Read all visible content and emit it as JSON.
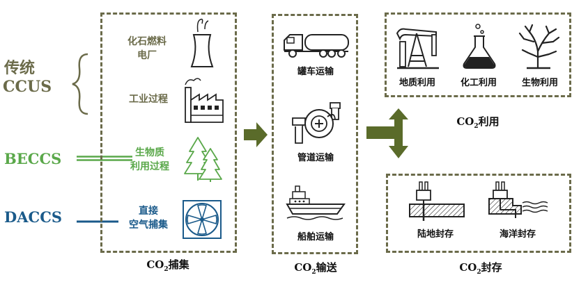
{
  "left": {
    "ccus_cn": "传统",
    "ccus_en": "CCUS",
    "beccs": "BECCS",
    "daccs": "DACCS"
  },
  "capture": {
    "power_plant": "化石燃料\n电厂",
    "industry": "工业过程",
    "biomass": "生物质\n利用过程",
    "dac": "直接\n空气捕集",
    "caption_pre": "CO",
    "caption_sub": "2",
    "caption_post": "捕集"
  },
  "transport": {
    "tanker": "罐车运输",
    "pipeline": "管道运输",
    "ship": "船舶运输",
    "caption_pre": "CO",
    "caption_sub": "2",
    "caption_post": "输送"
  },
  "utilization": {
    "geo": "地质利用",
    "chem": "化工利用",
    "bio": "生物利用",
    "caption_pre": "CO",
    "caption_sub": "2",
    "caption_post": "利用"
  },
  "storage": {
    "land": "陆地封存",
    "ocean": "海洋封存",
    "caption_pre": "CO",
    "caption_sub": "2",
    "caption_post": "封存"
  },
  "colors": {
    "olive": "#6b6b4a",
    "green": "#5aa84a",
    "blue": "#1a5a8a",
    "arrow": "#5a6b2a"
  }
}
